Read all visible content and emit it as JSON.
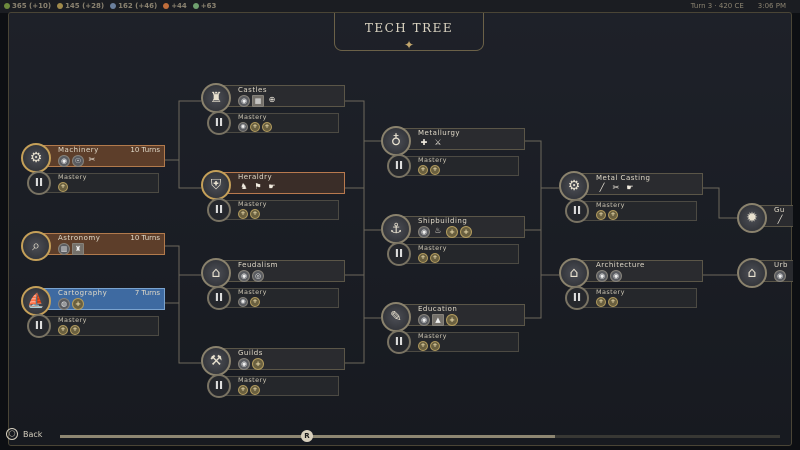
{
  "hud": {
    "resources": [
      {
        "label": "365 (+10)",
        "color": "#6e8b3d"
      },
      {
        "label": "145 (+28)",
        "color": "#a08a4b"
      },
      {
        "label": "162 (+46)",
        "color": "#6a7f9d"
      },
      {
        "label": "+44",
        "color": "#c06d3b"
      },
      {
        "label": "+63",
        "color": "#6fa06f"
      }
    ],
    "turn": "Turn 3 · 420 CE",
    "time": "3:06 PM"
  },
  "title": "TECH TREE",
  "ornament": "✦",
  "mastery_label": "Mastery",
  "mastery_glyph": "II",
  "nodes": {
    "machinery": {
      "name": "Machinery",
      "turns": "10 Turns",
      "icon": "⚙",
      "unlocks": [
        "◉",
        "☉",
        "✂"
      ]
    },
    "astronomy": {
      "name": "Astronomy",
      "turns": "10 Turns",
      "icon": "⌕",
      "unlocks": [
        "▥",
        "♜"
      ]
    },
    "cartography": {
      "name": "Cartography",
      "turns": "7 Turns",
      "icon": "⛵",
      "unlocks": [
        "◍",
        "+"
      ]
    },
    "castles": {
      "name": "Castles",
      "icon": "♜",
      "unlocks": [
        "◉",
        "▦",
        "⊕"
      ]
    },
    "heraldry": {
      "name": "Heraldry",
      "icon": "⛨",
      "unlocks": [
        "♞",
        "⚑",
        "☛"
      ]
    },
    "feudalism": {
      "name": "Feudalism",
      "icon": "⌂",
      "unlocks": [
        "◉",
        "◎"
      ]
    },
    "guilds": {
      "name": "Guilds",
      "icon": "⚒",
      "unlocks": [
        "◉",
        "+"
      ]
    },
    "metallurgy": {
      "name": "Metallurgy",
      "icon": "♁",
      "unlocks": [
        "✚",
        "⚔"
      ]
    },
    "shipbuilding": {
      "name": "Shipbuilding",
      "icon": "⚓",
      "unlocks": [
        "◉",
        "♨",
        "+",
        "+"
      ]
    },
    "education": {
      "name": "Education",
      "icon": "✎",
      "unlocks": [
        "◉",
        "▲",
        "+"
      ]
    },
    "metalcasting": {
      "name": "Metal Casting",
      "icon": "⚙",
      "unlocks": [
        "╱",
        "✂",
        "☛"
      ]
    },
    "architecture": {
      "name": "Architecture",
      "icon": "⌂",
      "unlocks": [
        "◉",
        "◉"
      ]
    },
    "gunpowder": {
      "name": "Gu",
      "icon": "✹",
      "unlocks": [
        "╱"
      ]
    },
    "urban": {
      "name": "Urb",
      "icon": "⌂",
      "unlocks": [
        "◉"
      ]
    }
  },
  "mastery": {
    "machinery": [
      "+"
    ],
    "astronomy": [],
    "cartography": [
      "+",
      "+"
    ],
    "castles": [
      "◉",
      "+",
      "+"
    ],
    "heraldry": [
      "+",
      "+"
    ],
    "feudalism": [
      "◉",
      "+"
    ],
    "guilds": [
      "+",
      "+"
    ],
    "metallurgy": [
      "+",
      "+"
    ],
    "shipbuilding": [
      "+",
      "+"
    ],
    "education": [
      "+",
      "+"
    ],
    "metalcasting": [
      "+",
      "+"
    ],
    "architecture": [
      "+",
      "+"
    ]
  },
  "back_label": "Back",
  "back_button": "◯",
  "scroll_knob": "R",
  "colors": {
    "researching": "#5d3e2a",
    "current": "#3e6aa1",
    "gold": "#c5a059"
  }
}
